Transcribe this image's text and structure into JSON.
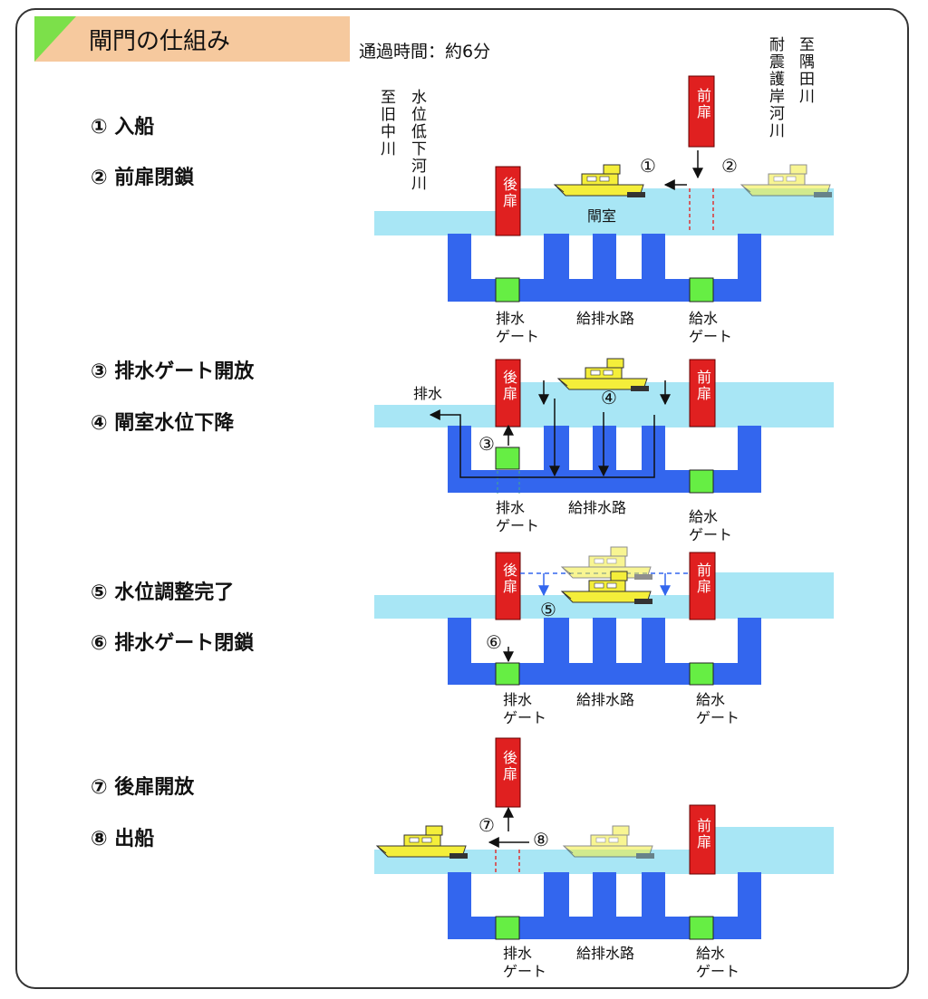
{
  "header": {
    "title": "閘門の仕組み",
    "subtitle": "通過時間：約6分"
  },
  "steps": [
    "① 入船",
    "② 前扉閉鎖",
    "③ 排水ゲート開放",
    "④ 閘室水位下降",
    "⑤ 水位調整完了",
    "⑥ 排水ゲート閉鎖",
    "⑦ 後扉開放",
    "⑧ 出船"
  ],
  "directions": {
    "left_a": "至旧中川",
    "left_b": "水位低下河川",
    "right_a": "耐震護岸河川",
    "right_b": "至隅田川"
  },
  "labels": {
    "rear_gate": "後扉",
    "front_gate": "前扉",
    "lock_chamber": "閘室",
    "drain_gate": "排水ゲート",
    "feed_gate": "給水ゲート",
    "channel": "給排水路",
    "drain": "排水",
    "n1": "①",
    "n2": "②",
    "n3": "③",
    "n4": "④",
    "n5": "⑤",
    "n6": "⑥",
    "n7": "⑦",
    "n8": "⑧"
  },
  "colors": {
    "water": "#a8e6f5",
    "structure": "#3366ee",
    "gate": "#e02020",
    "valve": "#66ee44",
    "boat": "#f4ee3a",
    "header_bg": "#f6c99e",
    "header_accent": "#7ce04a"
  }
}
